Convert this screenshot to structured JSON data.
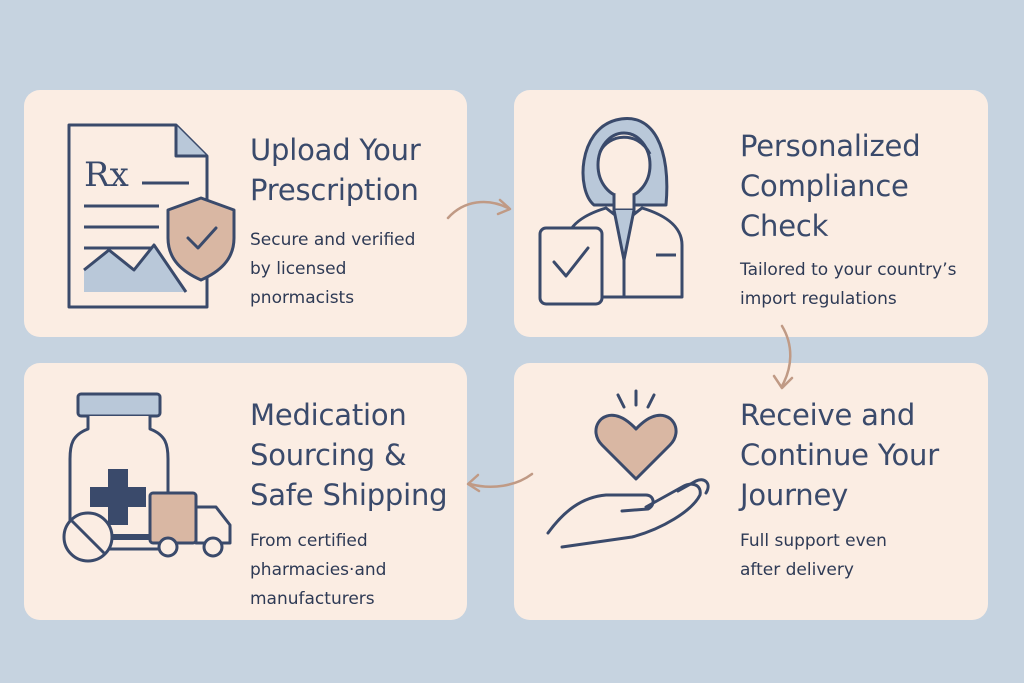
{
  "colors": {
    "background": "#c6d3e0",
    "card": "#fbede3",
    "stroke": "#3a4a6b",
    "accent_tan": "#d9b7a3",
    "accent_blue": "#b9c8d9",
    "arrow": "#c09a85"
  },
  "steps": [
    {
      "icon": "prescription-document-icon",
      "title_lines": [
        "Upload Your",
        "Prescription"
      ],
      "desc_lines": [
        "Secure and verified",
        "by licensed",
        "pnormacists"
      ],
      "rx_label": "Rx"
    },
    {
      "icon": "pharmacist-checklist-icon",
      "title_lines": [
        "Personalized",
        "Compliance",
        "Check"
      ],
      "desc_lines": [
        "Tailored to your country’s",
        "import regulations"
      ]
    },
    {
      "icon": "medication-bottle-truck-icon",
      "title_lines": [
        "Medication",
        "Sourcing &",
        "Safe Shipping"
      ],
      "desc_lines": [
        "From certified",
        "pharmacies·and",
        "manufacturers"
      ]
    },
    {
      "icon": "heart-in-hand-icon",
      "title_lines": [
        "Receive and",
        "Continue Your",
        "Journey"
      ],
      "desc_lines": [
        "Full support even",
        "after delivery"
      ]
    }
  ]
}
